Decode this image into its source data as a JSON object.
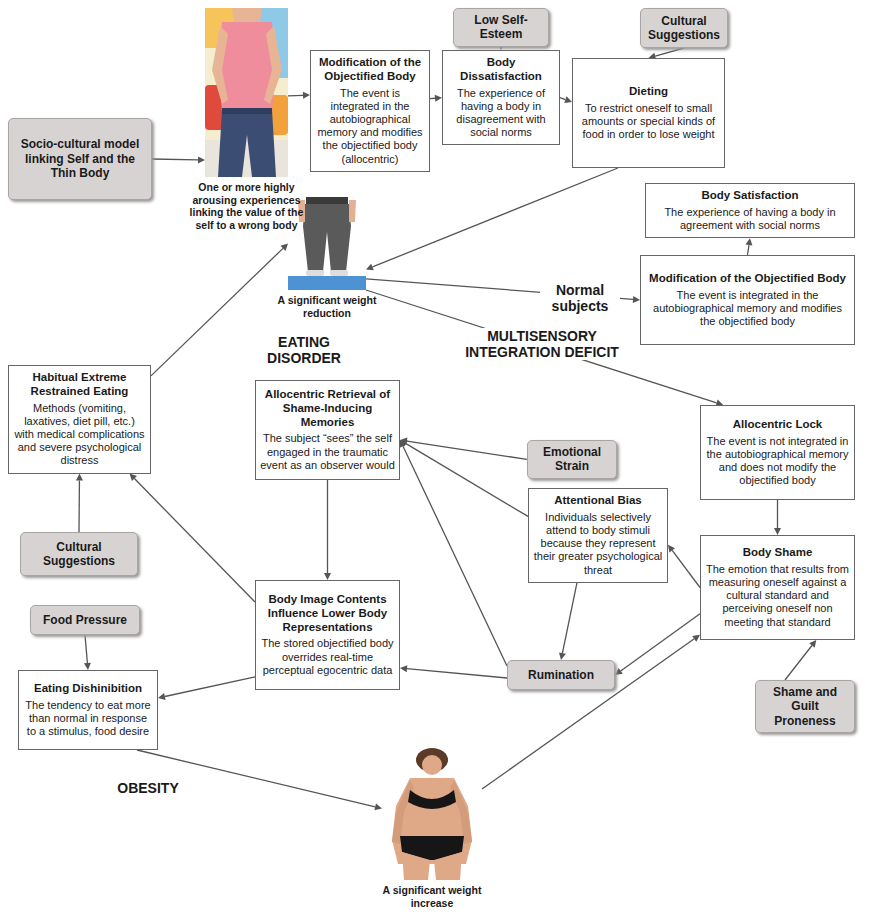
{
  "diagram": {
    "nodes": [
      {
        "text": [
          "Socio-cultural model linking Self and the Thin Body"
        ]
      },
      {
        "text": [
          "One or more highly arousing experiences linking the value of the self to a wrong body"
        ]
      },
      {
        "text": [
          "Modification of the Objectified Body",
          "The event is integrated in the autobiographical memory and modifies the objectified body (allocentric)"
        ]
      },
      {
        "text": [
          "Low Self-Esteem"
        ]
      },
      {
        "text": [
          "Body Dissatisfaction",
          "The experience of having a body in disagreement with social norms"
        ]
      },
      {
        "text": [
          "Cultural Suggestions"
        ]
      },
      {
        "text": [
          "Dieting",
          "To restrict oneself to small amounts or special kinds of food in order to lose weight"
        ]
      },
      {
        "text": [
          "Body Satisfaction",
          "The experience of having a body in agreement with social norms"
        ]
      },
      {
        "text": [
          "A significant weight reduction"
        ]
      },
      {
        "text": [
          "Modification of the Objectified Body",
          "The event is integrated in the autobiographical memory and modifies the objectified body"
        ]
      },
      {
        "text": [
          "Habitual Extreme Restrained Eating",
          "Methods (vomiting, laxatives, diet pill, etc.) with medical complications and severe psychological distress"
        ]
      },
      {
        "text": [
          "Allocentric Retrieval of Shame-Inducing Memories",
          "The subject “sees” the self engaged in the traumatic event as an observer would"
        ]
      },
      {
        "text": [
          "Emotional Strain"
        ]
      },
      {
        "text": [
          "Allocentric Lock",
          "The event is not integrated in the autobiographical memory and does not modify the objectified body"
        ]
      },
      {
        "text": [
          "Attentional Bias",
          "Individuals selectively attend to body stimuli because they represent their greater psychological threat"
        ]
      },
      {
        "text": [
          "Cultural Suggestions"
        ]
      },
      {
        "text": [
          "Body Image Contents Influence Lower Body Representations",
          "The stored objectified body overrides real-time perceptual egocentric data"
        ]
      },
      {
        "text": [
          "Body Shame",
          "The emotion that results from measuring oneself against a cultural standard and perceiving oneself non meeting that standard"
        ]
      },
      {
        "text": [
          "Food Pressure"
        ]
      },
      {
        "text": [
          "Rumination"
        ]
      },
      {
        "text": [
          "Shame and Guilt Proneness"
        ]
      },
      {
        "text": [
          "Eating Dishinibition",
          "The tendency to eat more than normal in response to a stimulus, food desire"
        ]
      },
      {
        "text": [
          "A significant weight increase"
        ]
      }
    ],
    "edges": [
      {
        "from": 0,
        "to": 1,
        "arrow": "to"
      },
      {
        "from": 1,
        "to": 2,
        "arrow": "to"
      },
      {
        "from": 2,
        "to": 4,
        "arrow": "to"
      },
      {
        "from": 3,
        "to": 4,
        "arrow": "to"
      },
      {
        "from": 4,
        "to": 6,
        "arrow": "to"
      },
      {
        "from": 5,
        "to": 6,
        "arrow": "to"
      },
      {
        "from": 6,
        "to": 8,
        "arrow": "to"
      },
      {
        "from": 8,
        "to": 9,
        "label": "Normal subjects",
        "arrow": "to"
      },
      {
        "from": 9,
        "to": 7,
        "arrow": "to"
      },
      {
        "from": 8,
        "to": 13,
        "label": "MULTISENSORY INTEGRATION DEFICIT",
        "arrow": "to"
      },
      {
        "from": 13,
        "to": 17,
        "arrow": "to"
      },
      {
        "from": 20,
        "to": 17,
        "arrow": "to"
      },
      {
        "from": 17,
        "to": 14,
        "arrow": "to"
      },
      {
        "from": 17,
        "to": 19,
        "arrow": "to"
      },
      {
        "from": 12,
        "to": 11,
        "arrow": "to"
      },
      {
        "from": 14,
        "to": 11,
        "arrow": "to"
      },
      {
        "from": 19,
        "to": 11,
        "arrow": "to"
      },
      {
        "from": 14,
        "to": 19,
        "arrow": "to"
      },
      {
        "from": 19,
        "to": 16,
        "arrow": "to"
      },
      {
        "from": 11,
        "to": 16,
        "arrow": "to"
      },
      {
        "from": 16,
        "to": 10,
        "arrow": "to"
      },
      {
        "from": 15,
        "to": 10,
        "arrow": "to"
      },
      {
        "from": 16,
        "to": 21,
        "arrow": "to"
      },
      {
        "from": 18,
        "to": 21,
        "arrow": "to"
      },
      {
        "from": 10,
        "to": 8,
        "label": "EATING DISORDER",
        "arrow": "to"
      },
      {
        "from": 21,
        "to": 22,
        "label": "OBESITY",
        "arrow": "to"
      },
      {
        "from": 22,
        "to": 17,
        "arrow": "to"
      }
    ]
  }
}
